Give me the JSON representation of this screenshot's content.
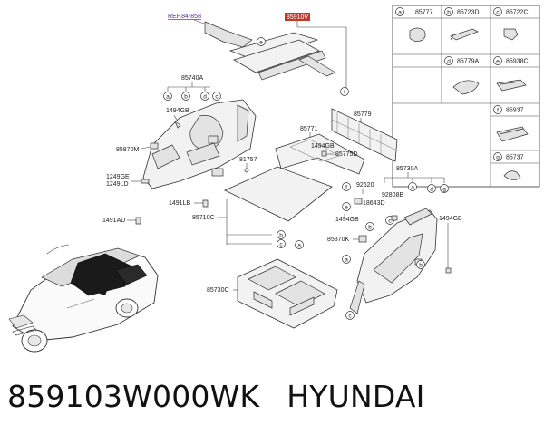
{
  "caption": {
    "part_number": "859103W000WK",
    "brand": "HYUNDAI"
  },
  "diagram": {
    "ref_label": "REF.84-858",
    "highlight_label": "85910V",
    "labels": {
      "l85740A": "85740A",
      "l1494GB_1": "1494GB",
      "l85870M": "85870M",
      "l1249GE": "1249GE",
      "l1249LD": "1249LD",
      "l1491AD": "1491AD",
      "l1491LB": "1491LB",
      "l85710C": "85710C",
      "l81757": "81757",
      "l85771": "85771",
      "l1494GB_2": "1494GB",
      "l85775D": "85775D",
      "l85779": "85779",
      "l85730A": "85730A",
      "l92620": "92620",
      "l92808B": "92808B",
      "l18643D": "18643D",
      "l1494GB_3": "1494GB",
      "l1494GB_4": "1494GB",
      "l85870K": "85870K",
      "l85730C": "85730C"
    },
    "callouts": {
      "a1": "a",
      "b1": "b",
      "d1": "d",
      "c1": "c",
      "e1": "e",
      "f1": "f",
      "a2": "a",
      "b2": "b",
      "c2": "c",
      "d2": "d",
      "e2": "e",
      "f2": "f",
      "g2": "g",
      "a3": "a",
      "c3": "c",
      "b3": "b",
      "a4": "a",
      "b4": "b",
      "c4": "c"
    },
    "legend": [
      {
        "letter": "a",
        "code": "85777"
      },
      {
        "letter": "b",
        "code": "85723D"
      },
      {
        "letter": "c",
        "code": "85722C"
      },
      {
        "letter": "d",
        "code": "85779A"
      },
      {
        "letter": "e",
        "code": "85938C"
      },
      {
        "letter": "f",
        "code": "85937"
      },
      {
        "letter": "g",
        "code": "85737"
      }
    ]
  }
}
